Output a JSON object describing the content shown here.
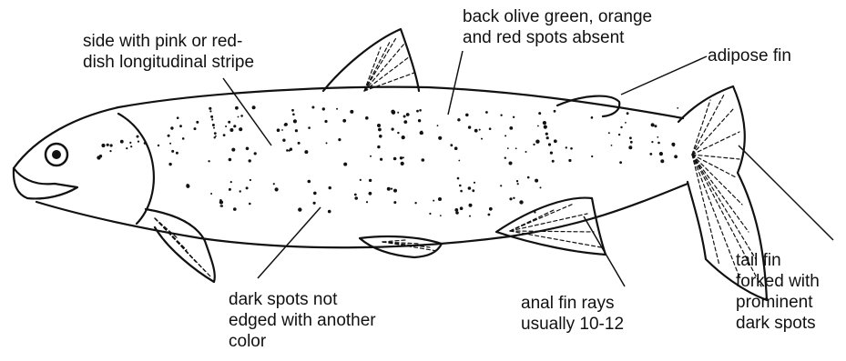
{
  "labels": {
    "side_stripe": [
      "side with pink or red-",
      "dish longitudinal stripe"
    ],
    "back_color": [
      "back olive green, orange",
      "and red spots absent"
    ],
    "adipose_fin": [
      "adipose fin"
    ],
    "dark_spots": [
      "dark spots not",
      "edged with another",
      "color"
    ],
    "anal_fin": [
      "anal fin rays",
      "usually 10-12"
    ],
    "tail_fin": [
      "tail fin",
      "forked with",
      "prominent",
      "dark spots"
    ]
  },
  "colors": {
    "ink": "#111111",
    "background": "#ffffff"
  }
}
